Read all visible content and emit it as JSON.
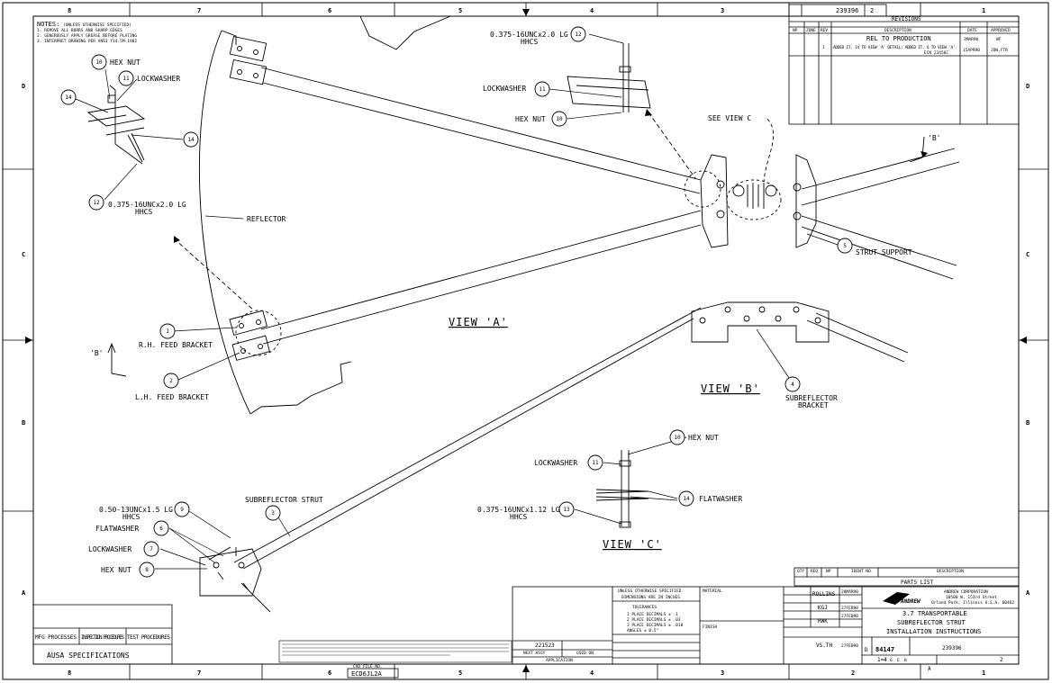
{
  "zones": {
    "columns": [
      "8",
      "7",
      "6",
      "5",
      "4",
      "3",
      "2",
      "1"
    ],
    "rows": [
      "D",
      "C",
      "B",
      "A"
    ]
  },
  "notes": {
    "heading": "NOTES:",
    "qualifier": "(UNLESS OTHERWISE SPECIFIED)",
    "lines": [
      "1. REMOVE ALL BURRS AND SHARP EDGES",
      "2. GENEROUSLY APPLY GREASE BEFORE PLATING",
      "3. INTERPRET DRAWING PER ANSI Y14.5M-1982"
    ]
  },
  "callouts": {
    "hex_nut": "HEX NUT",
    "lockwasher": "LOCKWASHER",
    "flatwasher": "FLATWASHER",
    "hhcs_375_2": "0.375-16UNCx2.0 LG",
    "hhcs": "HHCS",
    "hhcs_375_112": "0.375-16UNCx1.12 LG",
    "hhcs_50_15": "0.50-13UNCx1.5 LG",
    "reflector": "REFLECTOR",
    "rh_feed_bracket": "R.H. FEED BRACKET",
    "lh_feed_bracket": "L.H. FEED BRACKET",
    "subreflector_strut": "SUBREFLECTOR STRUT",
    "strut_support": "STRUT SUPPORT",
    "subreflector_bracket_1": "SUBREFLECTOR",
    "subreflector_bracket_2": "BRACKET",
    "see_view_c": "SEE VIEW C",
    "section_b": "'B'",
    "view_a": "VIEW 'A'",
    "view_b": "VIEW 'B'",
    "view_c": "VIEW 'C'",
    "balloons": [
      "10",
      "11",
      "12",
      "14",
      "1",
      "2",
      "3",
      "4",
      "5",
      "6",
      "7",
      "8",
      "9",
      "13"
    ]
  },
  "revisions": {
    "doc_number": "239396",
    "sheet_number": "2",
    "title": "REVISIONS",
    "headers": [
      "NP",
      "ZONE",
      "REV",
      "DESCRIPTION",
      "DATE",
      "APPROVED"
    ],
    "row1": {
      "description": "REL TO PRODUCTION",
      "date": "3MAR90",
      "approved": "WF"
    },
    "row2": {
      "rev": "1",
      "description": "ADDED IT. 14 TO VIEW 'A' DETAIL; ADDED IT. 6 TO VIEW 'A'.",
      "ecn": "ECN 23456C",
      "date": "15APR90",
      "approved": "JDW,FTR"
    }
  },
  "parts_list": {
    "title": "PARTS LIST",
    "headers": [
      "QTY",
      "REQ",
      "NP",
      "IDENT NO.",
      "DESCRIPTION"
    ]
  },
  "title_block": {
    "tolerance_heading": "UNLESS OTHERWISE SPECIFIED",
    "dims": "DIMENSIONS ARE IN INCHES",
    "tolerances": "TOLERANCES",
    "tol_lines": [
      "1 PLACE DECIMALS ± .1",
      "2 PLACE DECIMALS ± .03",
      "3 PLACE DECIMALS ± .010",
      "ANGLES ± 0.5°"
    ],
    "material": "MATERIAL",
    "finish": "FINISH",
    "next_assy": "NEXT ASSY",
    "used_on": "USED ON",
    "next_assy_no": "221523",
    "application": "APPLICATION",
    "drawn_by": "ROLLINS",
    "drawn_date": "28MAR90",
    "checked_by": "KGJ",
    "checked_date": "27FEB90",
    "eng_by": "RWK",
    "eng_date": "27FEB90",
    "vs_label": "VS.TH",
    "vs_date": "27FEB90",
    "company_name": "ANDREW",
    "company_lines": [
      "ANDREW CORPORATION",
      "10500 W. 153rd Street",
      "Orland Park, Illinois U.S.A. 60462"
    ],
    "title_lines": [
      "3.7 TRANSPORTABLE",
      "SUBREFLECTOR STRUT",
      "INSTALLATION INSTRUCTIONS"
    ],
    "size": "D",
    "cage": "84147",
    "dwg_no": "239396",
    "scale": "1=4",
    "sheet": "2",
    "bottom_cells": [
      "6",
      "E",
      "B"
    ],
    "bottom_rev": "A",
    "cad_label": "CAD FILE NO.",
    "cad_file": "ECD6JL2A"
  },
  "process_block": {
    "headers": [
      "MFG PROCESSES",
      "INSPECTION PROCEDURES",
      "TEST PROCEDURES"
    ],
    "footer": "AUSA SPECIFICATIONS"
  }
}
